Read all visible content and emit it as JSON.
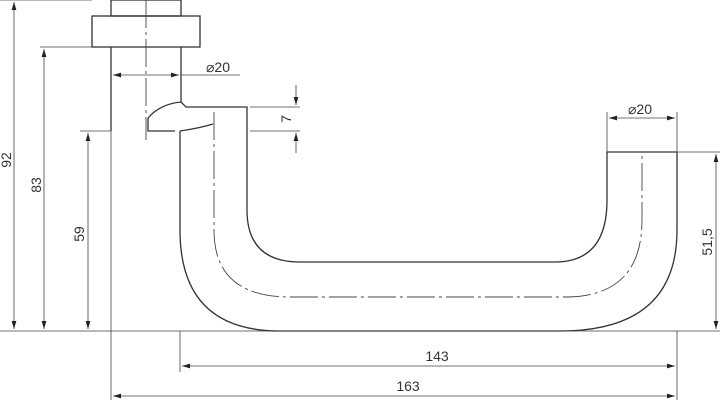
{
  "drawing": {
    "dimensions": {
      "overall_height": "92",
      "rosette_height": "83",
      "lever_height": "59",
      "neck_diameter": "⌀20",
      "lever_thickness": "7",
      "grip_diameter": "⌀20",
      "grip_end_height": "51,5",
      "lever_length": "143",
      "overall_length": "163"
    }
  }
}
